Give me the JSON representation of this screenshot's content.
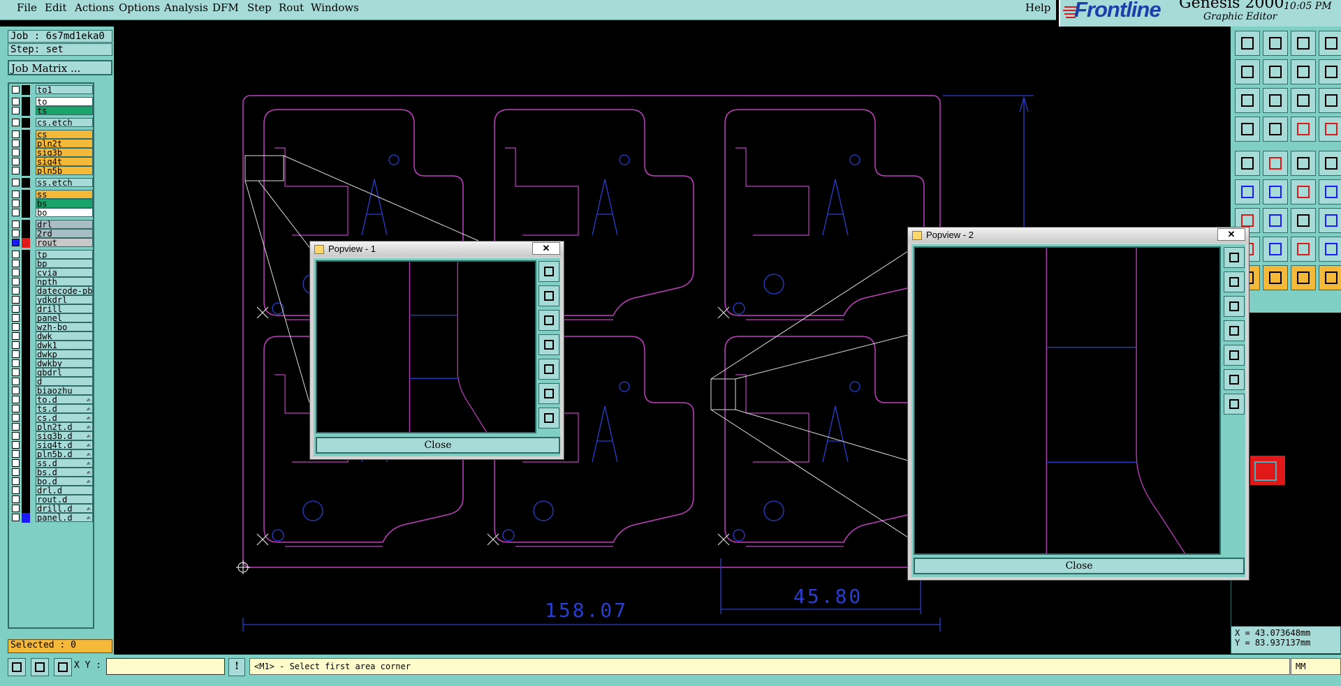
{
  "menu": [
    "File",
    "Edit",
    "Actions",
    "Options",
    "Analysis",
    "DFM",
    "Step",
    "Rout",
    "Windows"
  ],
  "help": "Help",
  "logo": {
    "brand": "Frontline",
    "product": "Genesis 2000",
    "subtitle": "Graphic Editor",
    "time": "10:05 PM"
  },
  "job": "Job : 6s7md1eka0",
  "step": "Step: set",
  "job_matrix_button": "Job Matrix ...",
  "layers": [
    {
      "name": "to1",
      "color": "#a7dbd8"
    },
    {
      "name": "to",
      "color": "#ffffff"
    },
    {
      "name": "ts",
      "color": "#1aa36b"
    },
    {
      "name": "cs.etch",
      "color": "#a7dbd8"
    },
    {
      "name": "cs",
      "color": "#f5b93a"
    },
    {
      "name": "pln2t",
      "color": "#f5b93a"
    },
    {
      "name": "sig3b",
      "color": "#f5b93a"
    },
    {
      "name": "sig4t",
      "color": "#f5b93a"
    },
    {
      "name": "pln5b",
      "color": "#f5b93a"
    },
    {
      "name": "ss.etch",
      "color": "#a7dbd8"
    },
    {
      "name": "ss",
      "color": "#f5b93a"
    },
    {
      "name": "bs",
      "color": "#1aa36b"
    },
    {
      "name": "bo",
      "color": "#ffffff"
    },
    {
      "name": "drl",
      "color": "#a9bdc4"
    },
    {
      "name": "2rd",
      "color": "#a9bdc4"
    },
    {
      "name": "rout",
      "color": "#c8c8c8",
      "active": true
    },
    {
      "name": "tp",
      "color": "#a7dbd8"
    },
    {
      "name": "bp",
      "color": "#a7dbd8"
    },
    {
      "name": "cvia",
      "color": "#a7dbd8"
    },
    {
      "name": "npth",
      "color": "#a7dbd8"
    },
    {
      "name": "datecode-pbt",
      "color": "#a7dbd8"
    },
    {
      "name": "ydkdrl",
      "color": "#a7dbd8"
    },
    {
      "name": "drill",
      "color": "#a7dbd8"
    },
    {
      "name": "panel",
      "color": "#a7dbd8"
    },
    {
      "name": "wzh-bo",
      "color": "#a7dbd8"
    },
    {
      "name": "dwk",
      "color": "#a7dbd8"
    },
    {
      "name": "dwk1",
      "color": "#a7dbd8"
    },
    {
      "name": "dwkp",
      "color": "#a7dbd8"
    },
    {
      "name": "dwkby",
      "color": "#a7dbd8"
    },
    {
      "name": "gbdrl",
      "color": "#a7dbd8"
    },
    {
      "name": "d",
      "color": "#a7dbd8"
    },
    {
      "name": "biaozhu",
      "color": "#a7dbd8"
    },
    {
      "name": "to.d",
      "color": "#a7dbd8",
      "mark": "✍"
    },
    {
      "name": "ts.d",
      "color": "#a7dbd8",
      "mark": "✍"
    },
    {
      "name": "cs.d",
      "color": "#a7dbd8",
      "mark": "✍"
    },
    {
      "name": "pln2t.d",
      "color": "#a7dbd8",
      "mark": "✍"
    },
    {
      "name": "sig3b.d",
      "color": "#a7dbd8",
      "mark": "✍"
    },
    {
      "name": "sig4t.d",
      "color": "#a7dbd8",
      "mark": "✍"
    },
    {
      "name": "pln5b.d",
      "color": "#a7dbd8",
      "mark": "✍"
    },
    {
      "name": "ss.d",
      "color": "#a7dbd8",
      "mark": "✍"
    },
    {
      "name": "bs.d",
      "color": "#a7dbd8",
      "mark": "✍"
    },
    {
      "name": "bo.d",
      "color": "#a7dbd8",
      "mark": "✍"
    },
    {
      "name": "drl.d",
      "color": "#a7dbd8"
    },
    {
      "name": "rout.d",
      "color": "#a7dbd8"
    },
    {
      "name": "drill.d",
      "color": "#a7dbd8",
      "mark": "✍"
    },
    {
      "name": "panel.d",
      "color": "#a7dbd8",
      "mark": "✍",
      "swatch": "#1a1aff"
    }
  ],
  "selected": "Selected : 0",
  "xy_label": "X Y :",
  "status_message": "<M1> - Select first area corner",
  "units": "MM",
  "coords": {
    "x": "X = 43.073648mm",
    "y": "Y = 83.937137mm"
  },
  "dimensions": {
    "total": "158.07",
    "partial": "45.80"
  },
  "popview1": {
    "title": "Popview - 1",
    "close": "Close",
    "x": "✕"
  },
  "popview2": {
    "title": "Popview - 2",
    "close": "Close",
    "x": "✕"
  }
}
